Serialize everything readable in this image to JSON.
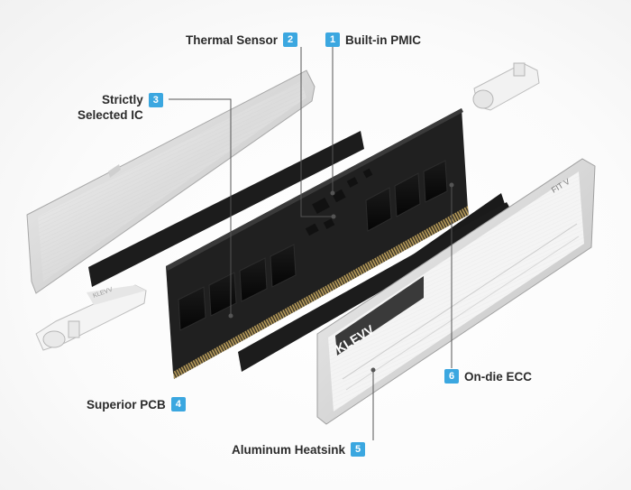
{
  "accent_color": "#3ba7e0",
  "brand_logo_text": "KLEVV",
  "side_label_text": "FIT V",
  "clip_engraving_text": "KLEVV",
  "callouts": [
    {
      "number": "1",
      "label": "Built-in PMIC"
    },
    {
      "number": "2",
      "label": "Thermal Sensor"
    },
    {
      "number": "3",
      "label_line1": "Strictly",
      "label_line2": "Selected IC"
    },
    {
      "number": "4",
      "label": "Superior PCB"
    },
    {
      "number": "5",
      "label": "Aluminum Heatsink"
    },
    {
      "number": "6",
      "label": "On-die ECC"
    }
  ]
}
